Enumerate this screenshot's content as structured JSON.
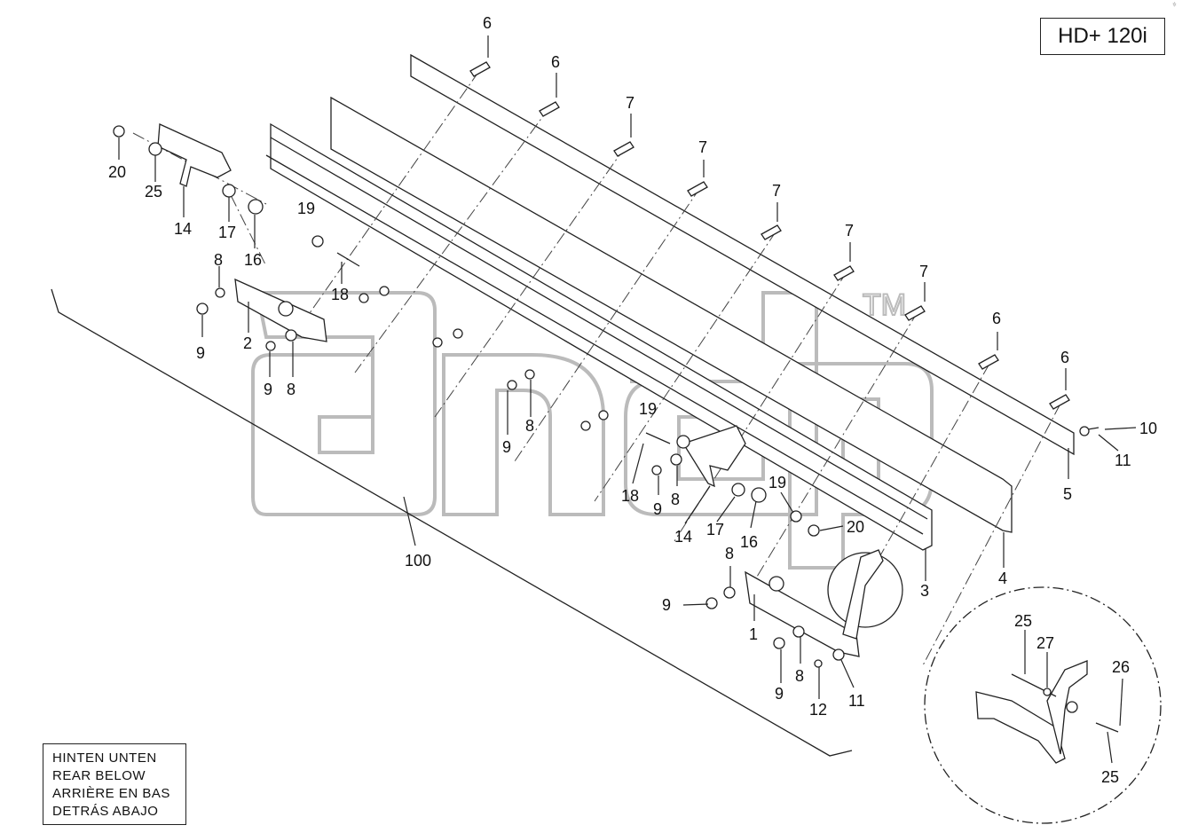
{
  "model": "HD+ 120i",
  "corner_mark": "#",
  "orientation_lines": [
    "HINTEN UNTEN",
    "REAR BELOW",
    "ARRIÈRE EN BAS",
    "DETRÁS ABAJO"
  ],
  "part_labels": {
    "a": "6",
    "b": "6",
    "c": "7",
    "d": "7",
    "e": "7",
    "f": "7",
    "g": "7",
    "h": "6",
    "i": "6",
    "j": "10",
    "k": "11",
    "l": "5",
    "m": "4",
    "n": "3",
    "o": "20",
    "p": "25",
    "q": "14",
    "r": "17",
    "s": "16",
    "t": "19",
    "u": "18",
    "v": "8",
    "w": "9",
    "x": "2",
    "y": "9",
    "z": "8",
    "aa": "9",
    "ab": "8",
    "ac": "19",
    "ad": "18",
    "ae": "9",
    "af": "8",
    "ag": "14",
    "ah": "17",
    "ai": "16",
    "aj": "19",
    "ak": "20",
    "al": "8",
    "am": "9",
    "an": "1",
    "ao": "9",
    "ap": "8",
    "aq": "12",
    "ar": "11",
    "as": "100",
    "at": "25",
    "au": "27",
    "av": "26",
    "aw": "25"
  },
  "watermark": "and",
  "watermark_tm": "TM"
}
